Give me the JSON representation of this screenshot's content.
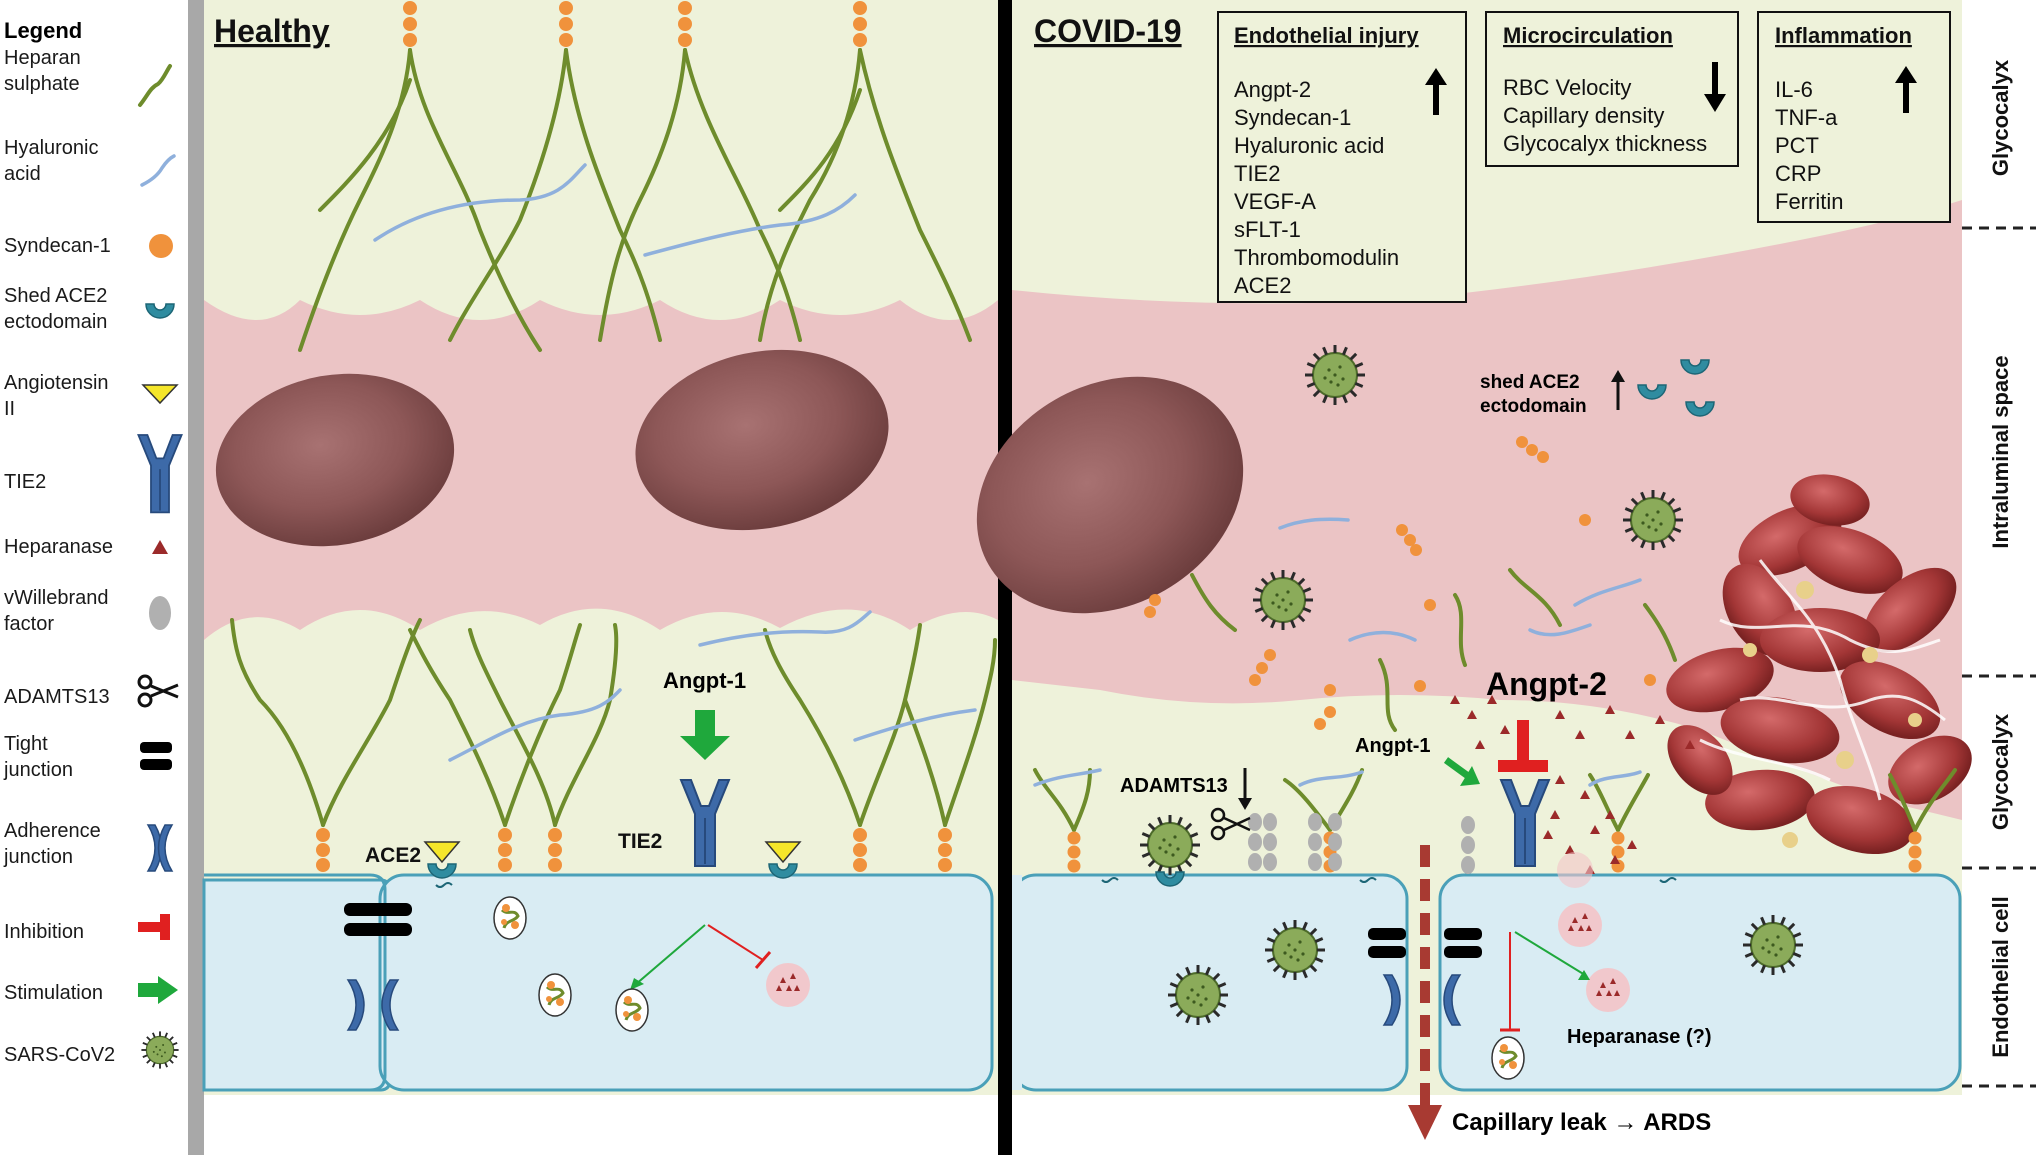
{
  "legend": {
    "title": "Legend",
    "items": [
      {
        "label": [
          "Heparan",
          "sulphate"
        ],
        "icon": "heparan-sulphate-icon"
      },
      {
        "label": [
          "Hyaluronic",
          "acid"
        ],
        "icon": "hyaluronic-acid-icon"
      },
      {
        "label": [
          "Syndecan-1"
        ],
        "icon": "syndecan-icon"
      },
      {
        "label": [
          "Shed ACE2",
          "ectodomain"
        ],
        "icon": "shed-ace2-icon"
      },
      {
        "label": [
          "Angiotensin",
          "II"
        ],
        "icon": "angiotensin-icon"
      },
      {
        "label": [
          "TIE2"
        ],
        "icon": "tie2-icon"
      },
      {
        "label": [
          "Heparanase"
        ],
        "icon": "heparanase-icon"
      },
      {
        "label": [
          "vWillebrand",
          "factor"
        ],
        "icon": "vwf-icon"
      },
      {
        "label": [
          "ADAMTS13"
        ],
        "icon": "scissors-icon"
      },
      {
        "label": [
          "Tight",
          "junction"
        ],
        "icon": "tight-junction-icon"
      },
      {
        "label": [
          "Adherence",
          "junction"
        ],
        "icon": "adherence-junction-icon"
      },
      {
        "label": [
          "Inhibition"
        ],
        "icon": "inhibition-icon"
      },
      {
        "label": [
          "Stimulation"
        ],
        "icon": "stimulation-icon"
      },
      {
        "label": [
          "SARS-CoV2"
        ],
        "icon": "virus-icon"
      }
    ]
  },
  "healthy": {
    "title": "Healthy",
    "labels": {
      "ace2": "ACE2",
      "tie2": "TIE2",
      "angpt1": "Angpt-1"
    }
  },
  "covid": {
    "title": "COVID-19",
    "boxes": [
      {
        "title": "Endothelial injury",
        "arrow": "up",
        "items": [
          "Angpt-2",
          "Syndecan-1",
          "Hyaluronic acid",
          "TIE2",
          "VEGF-A",
          "sFLT-1",
          "Thrombomodulin",
          "ACE2"
        ]
      },
      {
        "title": "Microcirculation",
        "arrow": "down",
        "items": [
          "RBC Velocity",
          "Capillary density",
          "Glycocalyx thickness"
        ]
      },
      {
        "title": "Inflammation",
        "arrow": "up",
        "items": [
          "IL-6",
          "TNF-a",
          "PCT",
          "CRP",
          "Ferritin"
        ]
      }
    ],
    "labels": {
      "shed_ace2": [
        "shed ACE2",
        "ectodomain"
      ],
      "adamts13": "ADAMTS13",
      "angpt1": "Angpt-1",
      "angpt2": "Angpt-2",
      "heparanase": "Heparanase (?)",
      "leak": "Capillary leak → ARDS"
    }
  },
  "side_labels": [
    "Glycocalyx",
    "Intraluminal space",
    "Glycocalyx",
    "Endothelial cell"
  ],
  "colors": {
    "glycocalyx": "#eef2da",
    "lumen": "#ebc4c5",
    "cell": "#d9ecf3",
    "cell_border": "#4aa0b8",
    "heparan": "#6e8c2c",
    "hyaluronic": "#8fb0dc",
    "syndecan": "#f0923c",
    "tie2": "#3d6aa8",
    "inhibition": "#e02020",
    "stimulation": "#1fa83c",
    "virus": "#8bab5a",
    "leak": "#a83a32"
  }
}
